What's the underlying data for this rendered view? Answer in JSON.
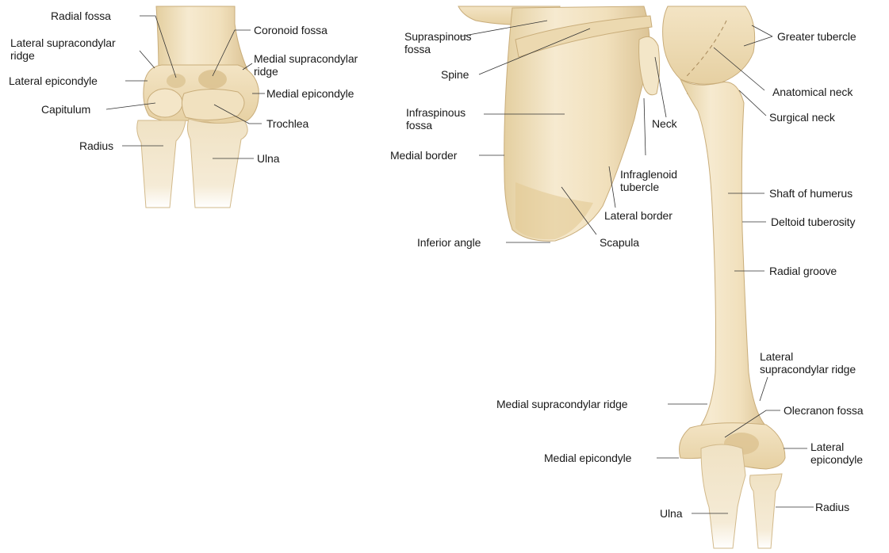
{
  "diagram": {
    "elbow_detail": {
      "radial_fossa": "Radial fossa",
      "coronoid_fossa": "Coronoid fossa",
      "lateral_supracondylar_ridge_1": "Lateral supracondylar",
      "lateral_supracondylar_ridge_2": "ridge",
      "medial_supracondylar_ridge_1": "Medial supracondylar",
      "medial_supracondylar_ridge_2": "ridge",
      "lateral_epicondyle": "Lateral epicondyle",
      "medial_epicondyle": "Medial epicondyle",
      "capitulum": "Capitulum",
      "trochlea": "Trochlea",
      "radius": "Radius",
      "ulna": "Ulna"
    },
    "scapula": {
      "supraspinous_fossa_1": "Supraspinous",
      "supraspinous_fossa_2": "fossa",
      "spine": "Spine",
      "infraspinous_fossa_1": "Infraspinous",
      "infraspinous_fossa_2": "fossa",
      "medial_border": "Medial border",
      "neck": "Neck",
      "infraglenoid_tubercle_1": "Infraglenoid",
      "infraglenoid_tubercle_2": "tubercle",
      "lateral_border": "Lateral border",
      "inferior_angle": "Inferior angle",
      "scapula": "Scapula"
    },
    "humerus": {
      "greater_tubercle": "Greater tubercle",
      "anatomical_neck": "Anatomical neck",
      "surgical_neck": "Surgical neck",
      "shaft_of_humerus": "Shaft of humerus",
      "deltoid_tuberosity": "Deltoid tuberosity",
      "radial_groove": "Radial groove",
      "lateral_supracondylar_ridge_1": "Lateral",
      "lateral_supracondylar_ridge_2": "supracondylar ridge",
      "medial_supracondylar_ridge": "Medial supracondylar ridge",
      "olecranon_fossa": "Olecranon fossa",
      "medial_epicondyle": "Medial epicondyle",
      "lateral_epicondyle_1": "Lateral",
      "lateral_epicondyle_2": "epicondyle",
      "ulna": "Ulna",
      "radius": "Radius"
    }
  }
}
